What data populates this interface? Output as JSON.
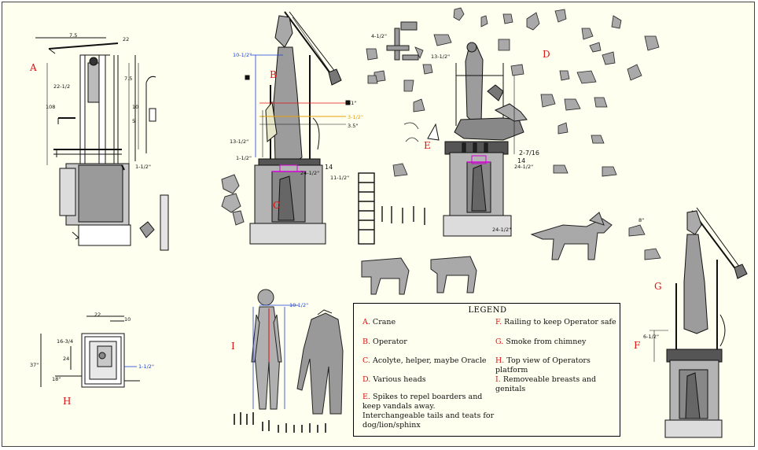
{
  "view_labels": {
    "a": "A",
    "b": "B",
    "c": "C",
    "d": "D",
    "e": "E",
    "f": "F",
    "g": "G",
    "h": "H",
    "i": "I"
  },
  "dimensions": {
    "a_top_width": "7.5",
    "a_depth": "22",
    "a_height_left": "22-1/2",
    "a_height": "108",
    "a_mid": "10",
    "a_side": "7.5",
    "a_lower": "5",
    "a_bottom": "1-1/2\"",
    "b_blue_top": "10-1/2\"",
    "b_right_a": "41\"",
    "b_right_b": "3-1/2\"",
    "b_right_c": "3.5\"",
    "b_left_a": "13-1/2\"",
    "b_left_b": "1-1/2\"",
    "b_platform": "14",
    "b_platform_b": "24-1/2\"",
    "b_platform_c": "11-1/2\"",
    "d_left": "4-1/2\"",
    "d_mid": "13-1/2\"",
    "e_right_a": "2-7/16",
    "e_right_b": "14",
    "e_right_c": "24-1/2\"",
    "e_base": "24-1/2\"",
    "h_top": "22",
    "h_top_b": "10",
    "h_left": "16-3/4",
    "h_left_b": "24",
    "h_height": "37\"",
    "h_bottom": "18\"",
    "h_right": "1-1/2\"",
    "i_top": "10-1/2\"",
    "f_left": "6-1/2\"",
    "dog_tail": "8\""
  },
  "legend": {
    "title": "LEGEND",
    "items": [
      {
        "key": "A.",
        "text": "Crane"
      },
      {
        "key": "B.",
        "text": "Operator"
      },
      {
        "key": "C.",
        "text": "Acolyte, helper, maybe Oracle"
      },
      {
        "key": "D.",
        "text": "Various heads"
      },
      {
        "key": "E.",
        "text": "Spikes to repel boarders and keep vandals away. Interchangeable tails and teats for dog/lion/sphinx"
      },
      {
        "key": "F.",
        "text": "Railing to keep Operator safe"
      },
      {
        "key": "G.",
        "text": "Smoke from chimney"
      },
      {
        "key": "H.",
        "text": "Top view of Operators platform"
      },
      {
        "key": "I.",
        "text": "Removeable breasts and genitals"
      }
    ]
  },
  "colors": {
    "label_red": "#dd1111",
    "dim_blue": "#1a3fd6",
    "dim_orange": "#e8a000",
    "dim_magenta": "#d400d4",
    "fill_gray": "#a8a8a8",
    "fill_dark": "#555555"
  }
}
